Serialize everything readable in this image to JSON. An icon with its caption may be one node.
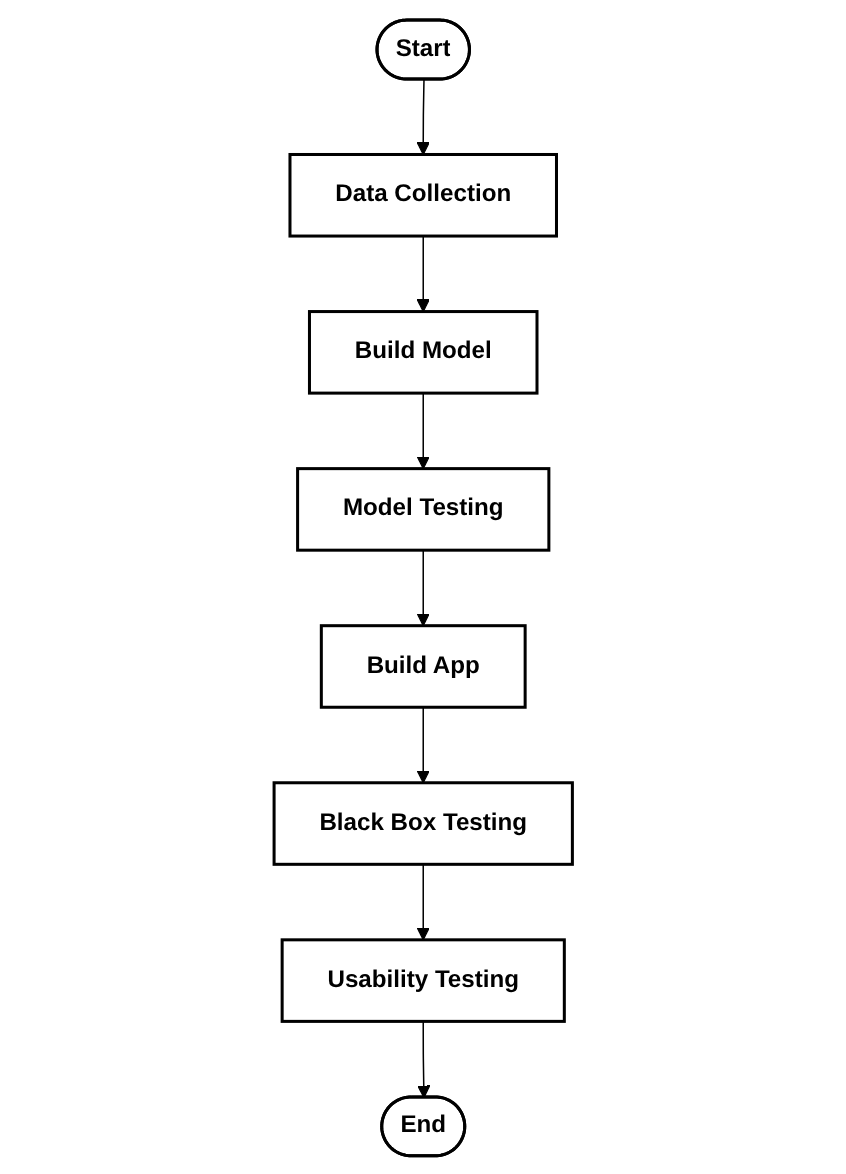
{
  "diagram": {
    "nodes": [
      {
        "text": [
          "Start"
        ]
      },
      {
        "text": [
          "Data Collection"
        ]
      },
      {
        "text": [
          "Build Model"
        ]
      },
      {
        "text": [
          "Model Testing"
        ]
      },
      {
        "text": [
          "Build App"
        ]
      },
      {
        "text": [
          "Black Box Testing"
        ]
      },
      {
        "text": [
          "Usability Testing"
        ]
      },
      {
        "text": [
          "End"
        ]
      }
    ],
    "edges": [
      {
        "from": 0,
        "to": 1,
        "arrow": "to"
      },
      {
        "from": 1,
        "to": 2,
        "arrow": "to"
      },
      {
        "from": 2,
        "to": 3,
        "arrow": "to"
      },
      {
        "from": 3,
        "to": 4,
        "arrow": "to"
      },
      {
        "from": 4,
        "to": 5,
        "arrow": "to"
      },
      {
        "from": 5,
        "to": 6,
        "arrow": "to"
      },
      {
        "from": 6,
        "to": 7,
        "arrow": "to"
      }
    ]
  }
}
